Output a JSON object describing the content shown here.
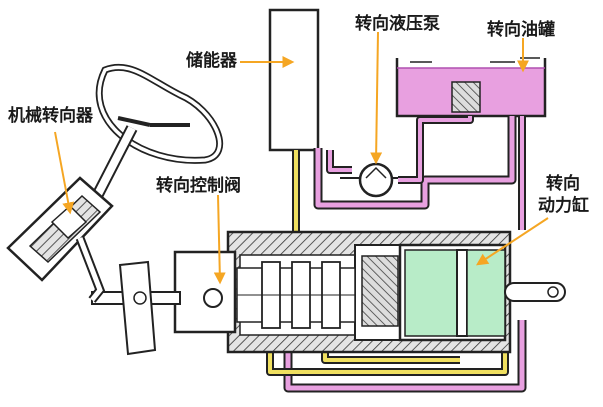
{
  "labels": {
    "accumulator": "储能器",
    "steering_pump": "转向液压泵",
    "steering_reservoir": "转向油罐",
    "steering_gear": "机械转向器",
    "control_valve": "转向控制阀",
    "power_cylinder_line1": "转向",
    "power_cylinder_line2": "动力缸"
  },
  "colors": {
    "arrow": "#f5a623",
    "oil_pink": "#e8a0e0",
    "oil_pink_line": "#d070c8",
    "piston_green": "#b8ecc8",
    "yellow_pipe": "#f0e060",
    "hatch_fill": "#d6d6d6",
    "outline": "#222222"
  }
}
